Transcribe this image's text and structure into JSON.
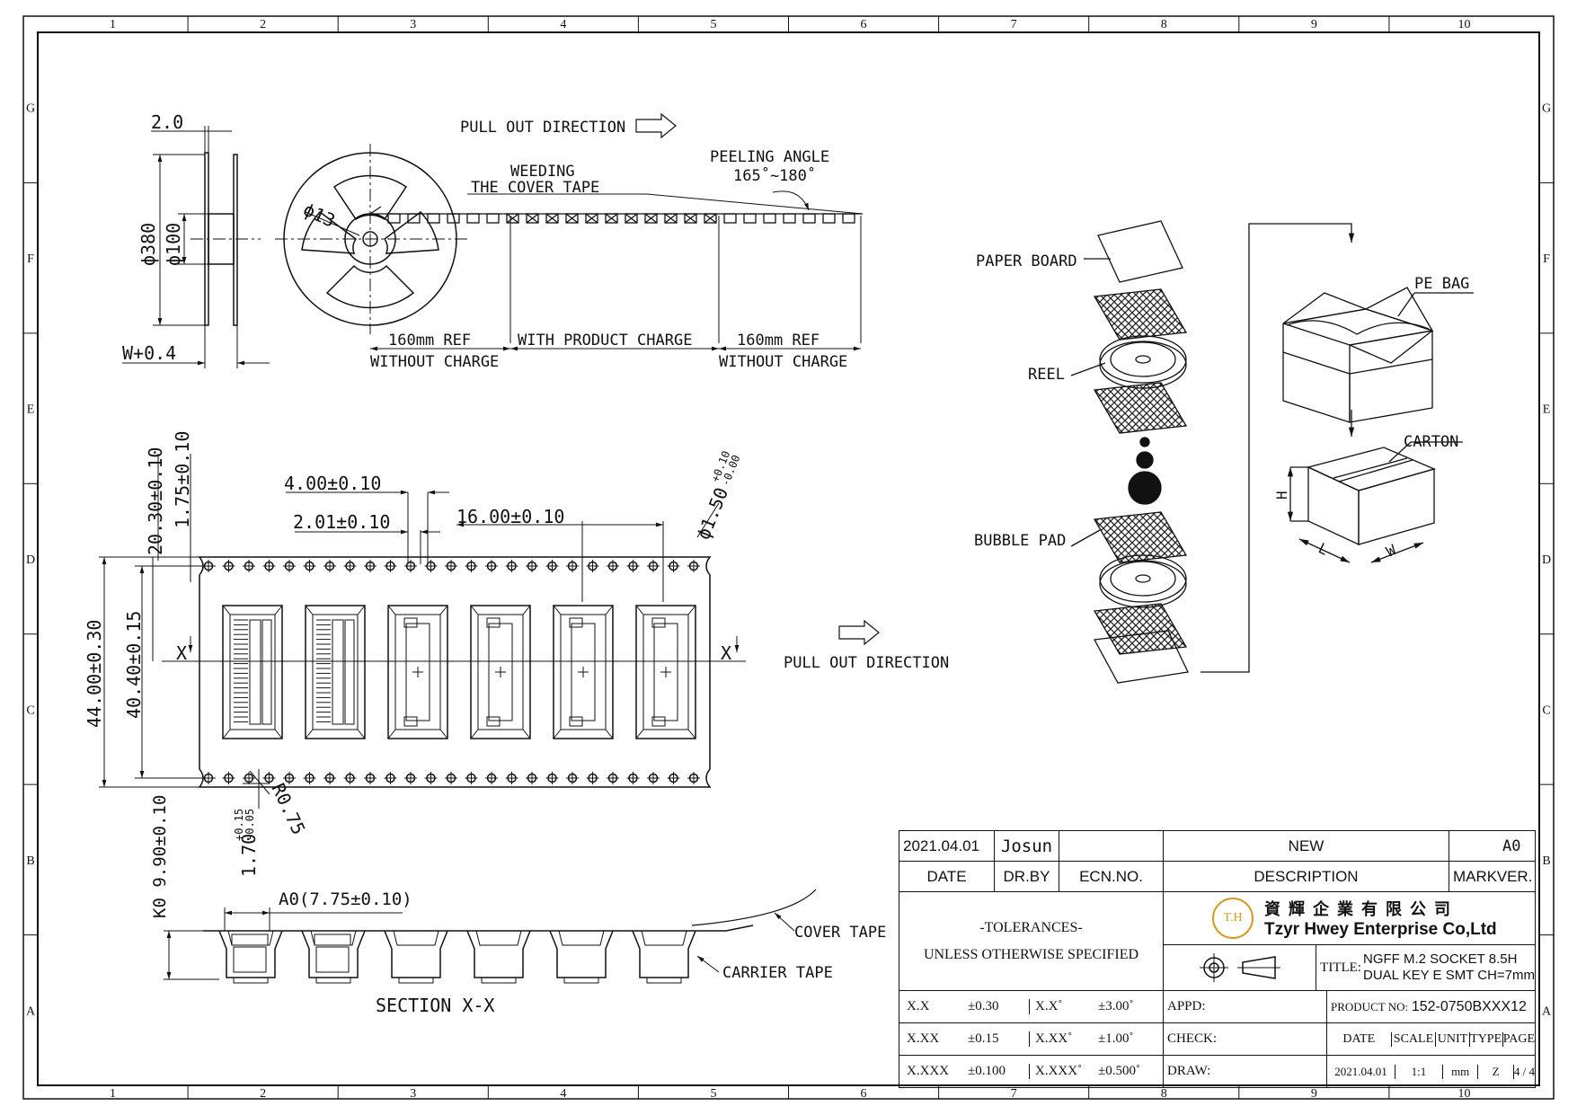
{
  "frame": {
    "columns": [
      "1",
      "2",
      "3",
      "4",
      "5",
      "6",
      "7",
      "8",
      "9",
      "10"
    ],
    "rows": [
      "G",
      "F",
      "E",
      "D",
      "C",
      "B",
      "A"
    ]
  },
  "reel_view": {
    "dim_flange_gap": "2.0",
    "dim_reel_dia": "ϕ380",
    "dim_hub_dia": "ϕ100",
    "dim_width": "W+0.4",
    "dim_arbor": "ϕ13",
    "pull_out": "PULL OUT DIRECTION",
    "weeding_1": "WEEDING",
    "weeding_2": "THE COVER TAPE",
    "peeling_1": "PEELING ANGLE",
    "peeling_2": "165˚~180˚",
    "lead_ref": "160mm REF",
    "lead_charge": "WITHOUT CHARGE",
    "product_charge": "WITH PRODUCT CHARGE",
    "trail_ref": "160mm REF",
    "trail_charge": "WITHOUT CHARGE"
  },
  "tape_view": {
    "dim_20_30": "20.30±0.10",
    "dim_1_75": "1.75±0.10",
    "dim_4_00": "4.00±0.10",
    "dim_2_01": "2.01±0.10",
    "dim_16_00": "16.00±0.10",
    "dim_hole_base": "ϕ1.50",
    "dim_hole_tol_up": "+0.10",
    "dim_hole_tol_down": "-0.00",
    "dim_44_00": "44.00±0.30",
    "dim_40_40": "40.40±0.15",
    "dim_r": "R0.75",
    "dim_1_70_base": "1.70",
    "dim_1_70_up": "+0.15",
    "dim_1_70_down": "-0.05",
    "x_mark": "X",
    "pull_out": "PULL OUT DIRECTION"
  },
  "section_view": {
    "dim_k0": "K0 9.90±0.10",
    "dim_a0": "A0(7.75±0.10)",
    "cover_tape": "COVER TAPE",
    "carrier_tape": "CARRIER TAPE",
    "title": "SECTION X-X"
  },
  "packing": {
    "paper_board": "PAPER BOARD",
    "reel": "REEL",
    "bubble_pad": "BUBBLE PAD",
    "pe_bag": "PE BAG",
    "carton": "CARTON",
    "h": "H",
    "l": "L",
    "w": "W"
  },
  "title_block": {
    "rev_date": "2021.04.01",
    "rev_drawer": "Josun",
    "rev_ecn": "",
    "rev_description": "NEW",
    "rev_mark": "",
    "rev_version": "A0",
    "hdr_date": "DATE",
    "hdr_drby": "DR.BY",
    "hdr_ecn": "ECN.NO.",
    "hdr_description": "DESCRIPTION",
    "hdr_mark": "MARK",
    "hdr_ver": "VER.",
    "tolerances": "-TOLERANCES-",
    "unless": "UNLESS OTHERWISE SPECIFIED",
    "logo_text": "T.H",
    "company_cn": "資 輝 企 業 有 限 公 司",
    "company_en": "Tzyr Hwey Enterprise Co,Ltd",
    "title_label": "TITLE:",
    "title_line1": "NGFF M.2 SOCKET 8.5H",
    "title_line2": "DUAL KEY E SMT CH=7mm",
    "tol_x": "X.X",
    "tol_x_val": "±0.30",
    "tol_xa": "X.X˚",
    "tol_xa_val": "±3.00˚",
    "tol_xx": "X.XX",
    "tol_xx_val": "±0.15",
    "tol_xxa": "X.XX˚",
    "tol_xxa_val": "±1.00˚",
    "tol_xxx": "X.XXX",
    "tol_xxx_val": "±0.100",
    "tol_xxxa": "X.XXX˚",
    "tol_xxxa_val": "±0.500˚",
    "appd": "APPD:",
    "check": "CHECK:",
    "draw": "DRAW:",
    "product_no_label": "PRODUCT NO:",
    "product_no": "152-0750BXXX12",
    "hdr2_date": "DATE",
    "hdr2_scale": "SCALE",
    "hdr2_unit": "UNIT",
    "hdr2_type": "TYPE",
    "hdr2_page": "PAGE",
    "date": "2021.04.01",
    "scale": "1:1",
    "unit": "mm",
    "type": "Z",
    "page": "4 / 4"
  }
}
